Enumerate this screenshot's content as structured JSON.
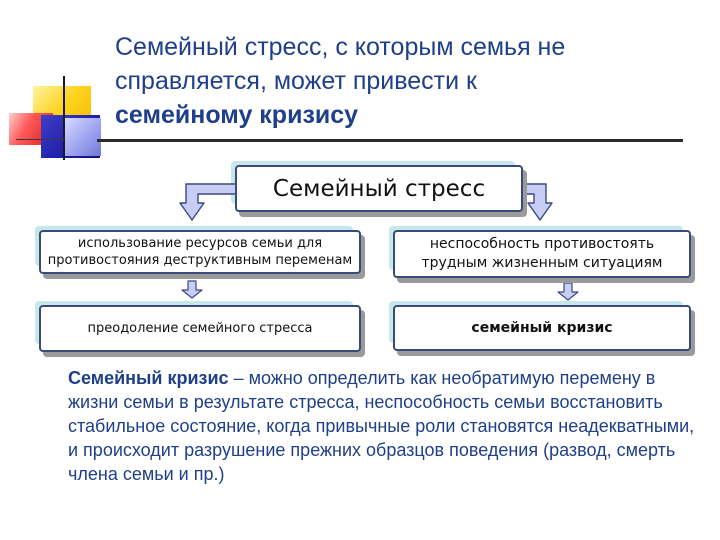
{
  "title": {
    "line1": "Семейный стресс, с которым семья не",
    "line2": "справляется, может привести к",
    "line3_bold": "семейному кризису"
  },
  "diagram": {
    "top_box": "Семейный стресс",
    "left_top": "использование ресурсов семьи для противостояния деструктивным переменам",
    "right_top": "неспособность противостоять трудным жизненным ситуациям",
    "left_bottom": "преодоление семейного стресса",
    "right_bottom": "семейный кризис"
  },
  "description": {
    "term": "Семейный кризис",
    "text": " – можно определить как необратимую перемену в жизни семьи в результате стресса, неспособность семьи восстановить стабильное состояние, когда привычные роли становятся неадекватными, и происходит разрушение прежних образцов поведения (развод, смерть члена семьи и пр.)"
  },
  "colors": {
    "accent_text": "#1f3f8a",
    "box_border": "#3b4a7e",
    "arrow_fill": "#c8cdf5"
  }
}
